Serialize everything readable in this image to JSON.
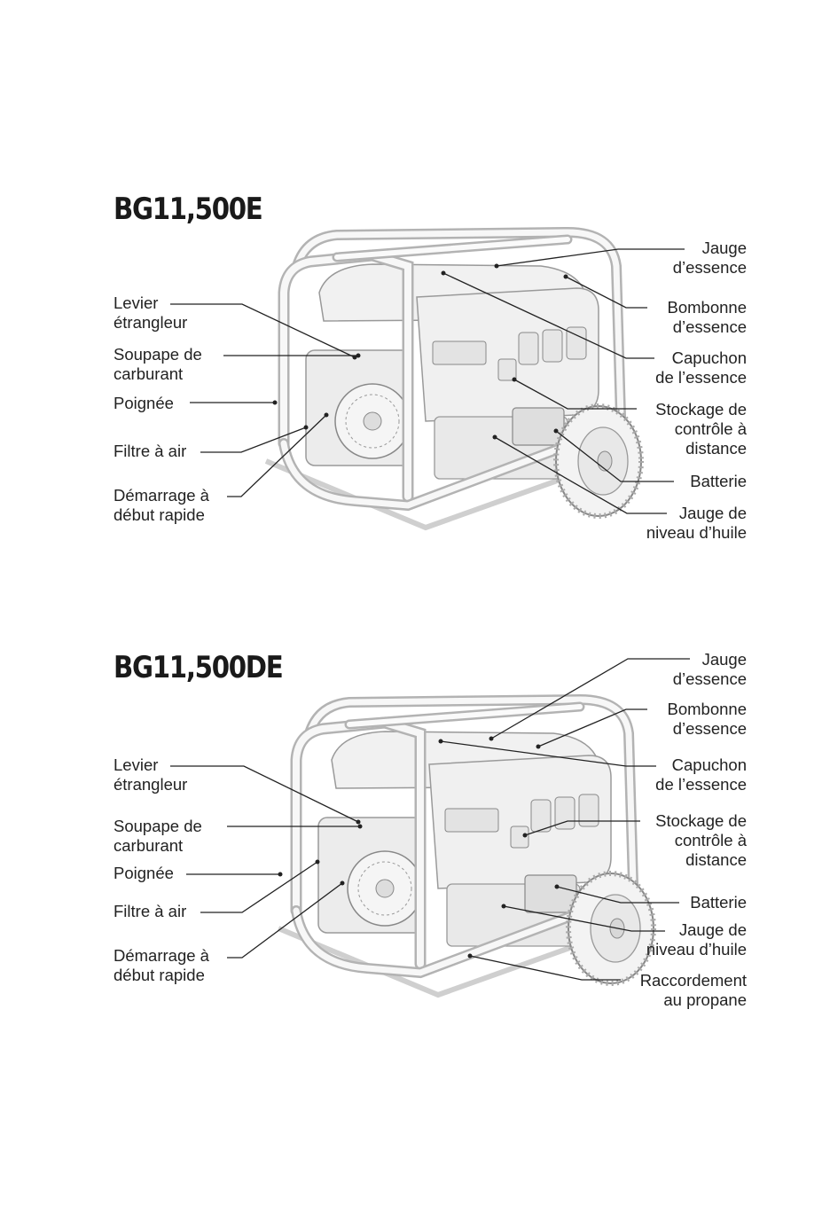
{
  "diagram_e": {
    "title": "BG11,500E",
    "labels_left": [
      "Levier\nétrangleur",
      "Soupape de\ncarburant",
      "Poignée",
      "Filtre à air",
      "Démarrage à\ndébut rapide"
    ],
    "labels_right": [
      "Jauge\nd’essence",
      "Bombonne\nd’essence",
      "Capuchon\nde l’essence",
      "Stockage de\ncontrôle à\ndistance",
      "Batterie",
      "Jauge de\nniveau d’huile"
    ]
  },
  "diagram_de": {
    "title": "BG11,500DE",
    "labels_left": [
      "Levier\nétrangleur",
      "Soupape de\ncarburant",
      "Poignée",
      "Filtre à air",
      "Démarrage à\ndébut rapide"
    ],
    "labels_right": [
      "Jauge\nd’essence",
      "Bombonne\nd’essence",
      "Capuchon\nde l’essence",
      "Stockage de\ncontrôle à\ndistance",
      "Batterie",
      "Jauge de\nniveau d’huile",
      "Raccordement\nau propane"
    ]
  },
  "colors": {
    "ink": "#222222",
    "frame": "#a9a9a9",
    "fill": "#eeeeee"
  }
}
